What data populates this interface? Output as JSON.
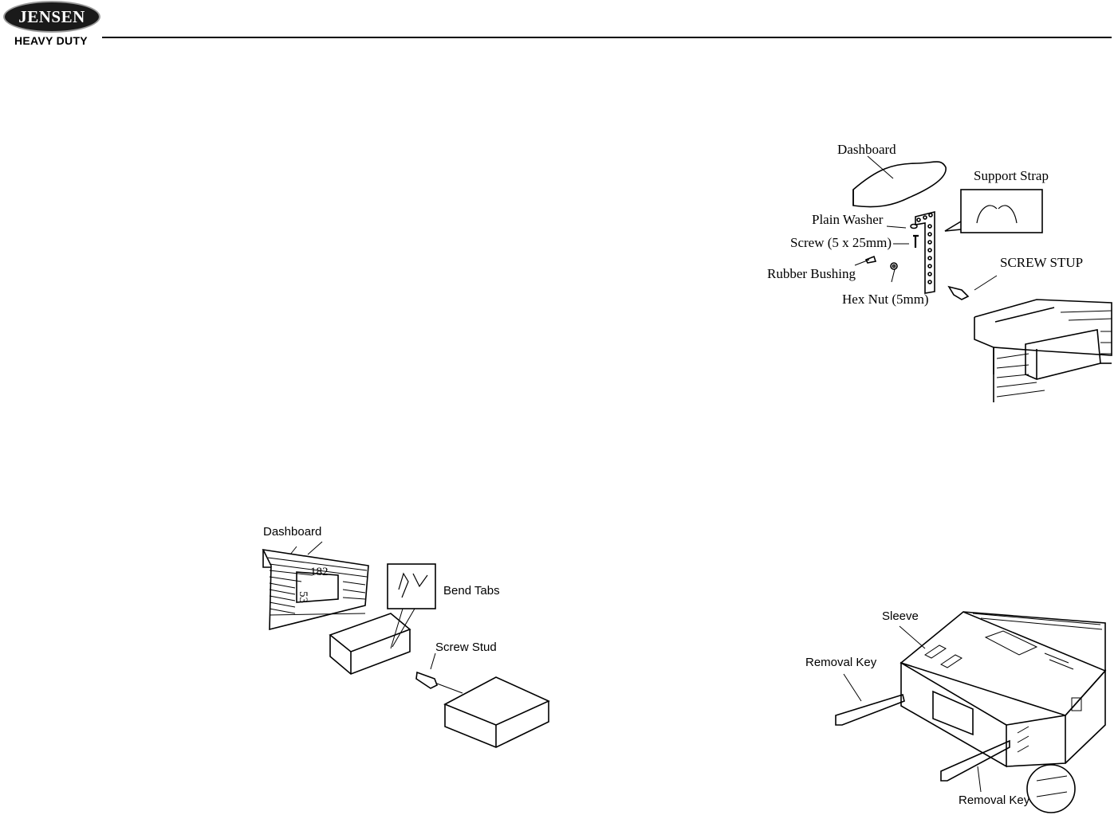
{
  "header": {
    "brand": "JENSEN",
    "sub_brand": "HEAVY DUTY"
  },
  "figure_support_strap": {
    "dashboard": "Dashboard",
    "support_strap": "Support Strap",
    "plain_washer": "Plain Washer",
    "screw": "Screw (5 x 25mm)",
    "rubber_bushing": "Rubber Bushing",
    "hex_nut": "Hex Nut (5mm)",
    "screw_stup": "SCREW STUP"
  },
  "figure_bend_tabs": {
    "dashboard": "Dashboard",
    "bend_tabs": "Bend Tabs",
    "screw_stud": "Screw Stud",
    "dim_width": "182",
    "dim_height": "53"
  },
  "figure_removal": {
    "sleeve": "Sleeve",
    "removal_key_top": "Removal Key",
    "removal_key_bottom": "Removal Key"
  }
}
